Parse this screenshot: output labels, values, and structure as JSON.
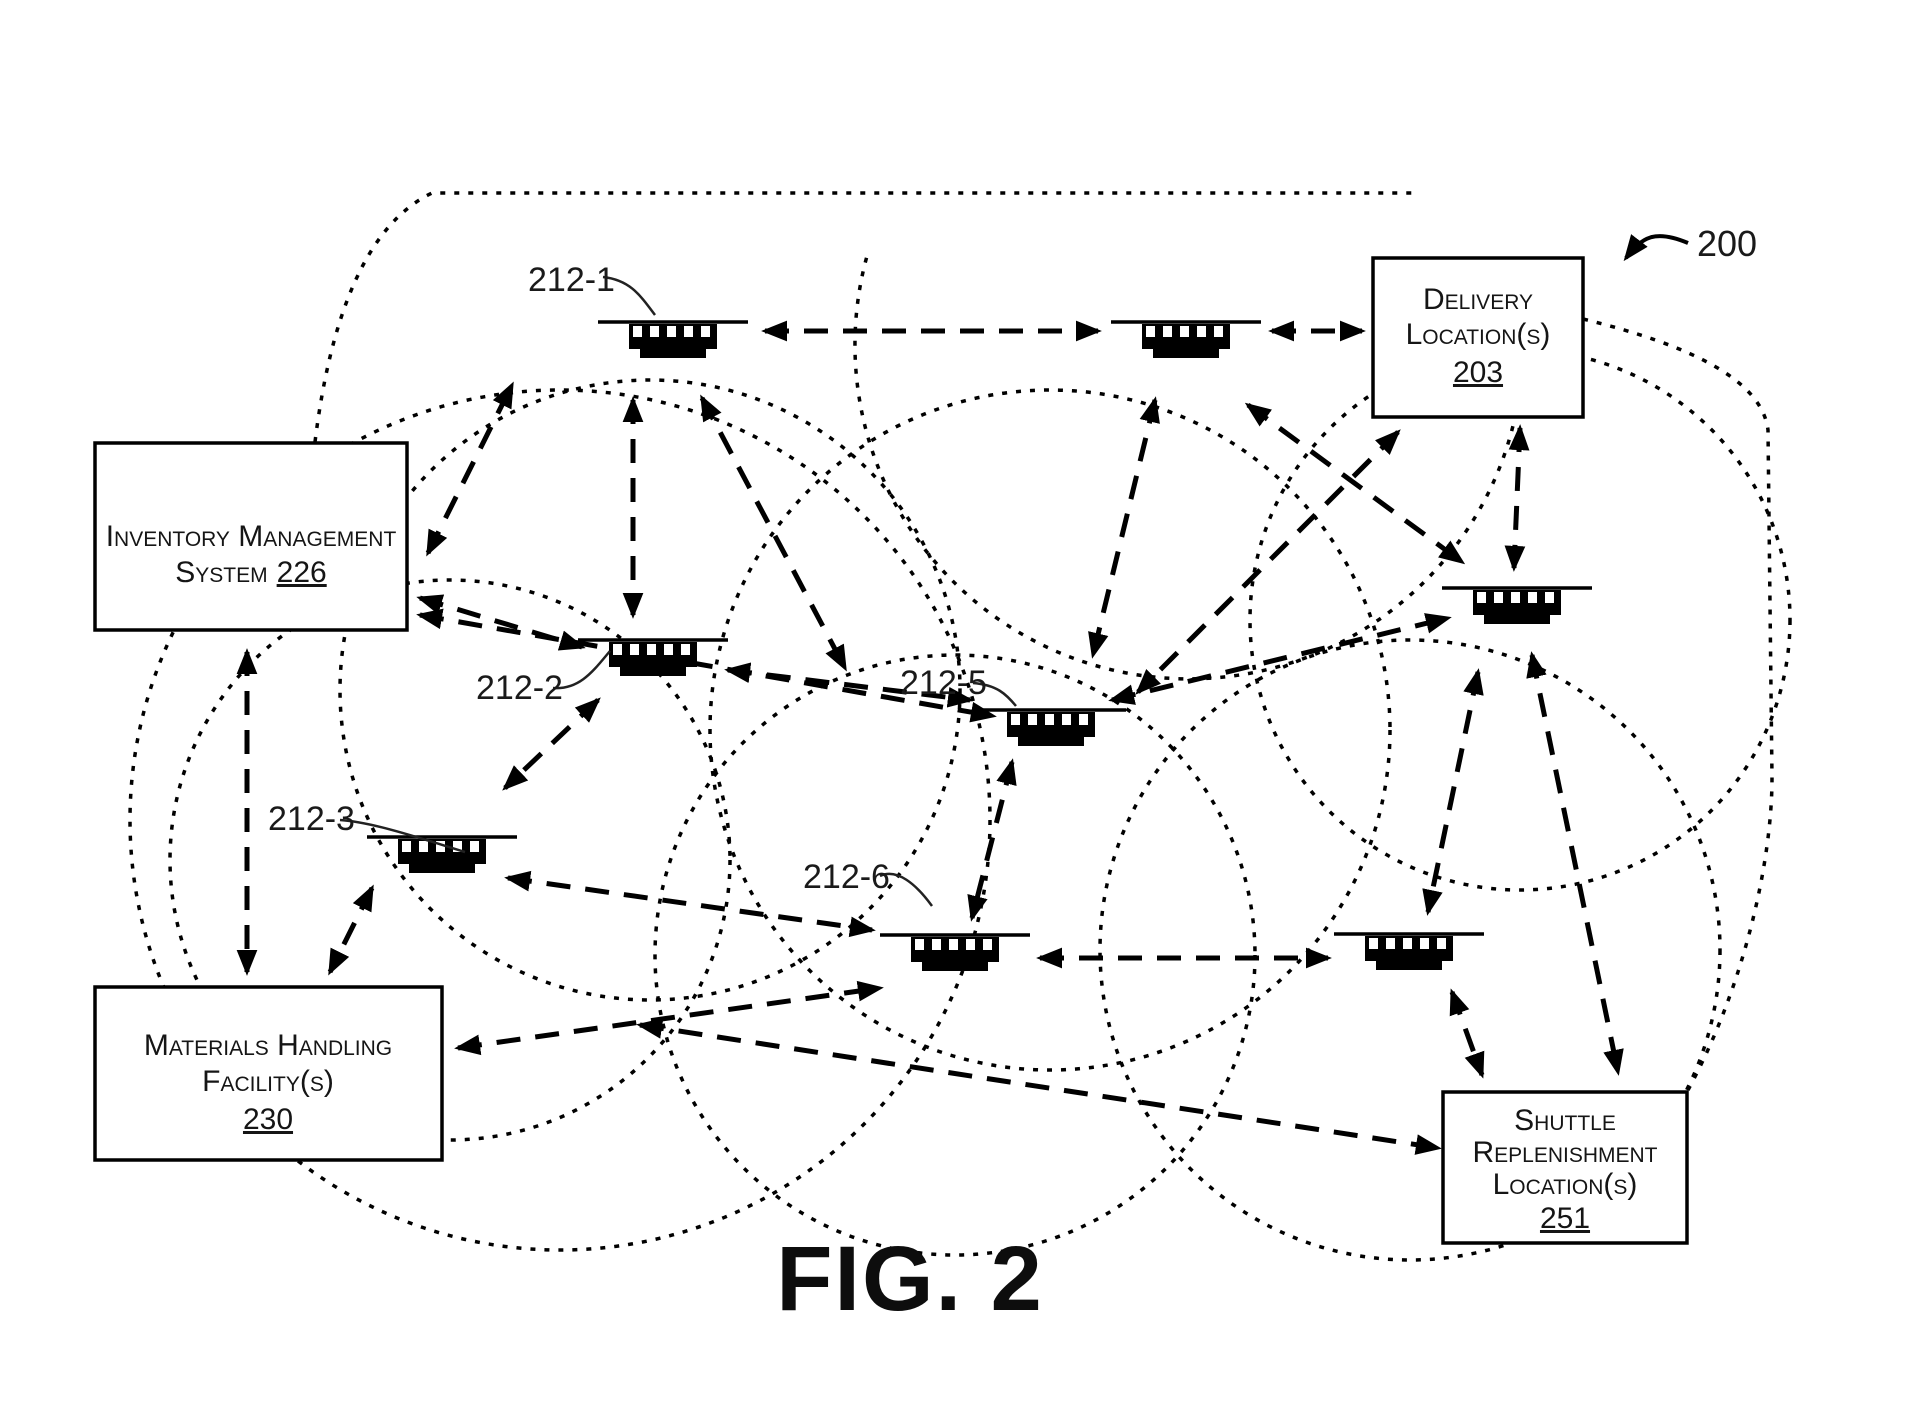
{
  "figure": {
    "label": "FIG. 2",
    "reference_number": "200"
  },
  "boxes": {
    "delivery": {
      "line1": "Delivery",
      "line2": "Location(s)",
      "num": "203"
    },
    "inventory": {
      "line1": "Inventory Management",
      "line2": "System",
      "num": "226"
    },
    "materials": {
      "line1": "Materials Handling",
      "line2": "Facility(s)",
      "num": "230"
    },
    "shuttle": {
      "line1": "Shuttle",
      "line2": "Replenishment",
      "line3": "Location(s)",
      "num": "251"
    }
  },
  "drones": {
    "d1": "212-1",
    "d2": "212-2",
    "d3": "212-3",
    "d5": "212-5",
    "d6": "212-6"
  }
}
